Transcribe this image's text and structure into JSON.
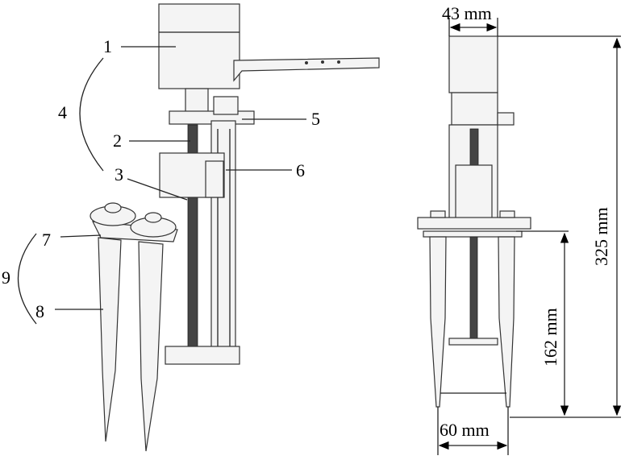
{
  "labels": {
    "l1": "1",
    "l2": "2",
    "l3": "3",
    "l4": "4",
    "l5": "5",
    "l6": "6",
    "l7": "7",
    "l8": "8",
    "l9": "9"
  },
  "dimensions": {
    "motor_width": "43 mm",
    "total_height": "325 mm",
    "probe_length": "162 mm",
    "probe_spacing": "60 mm"
  }
}
